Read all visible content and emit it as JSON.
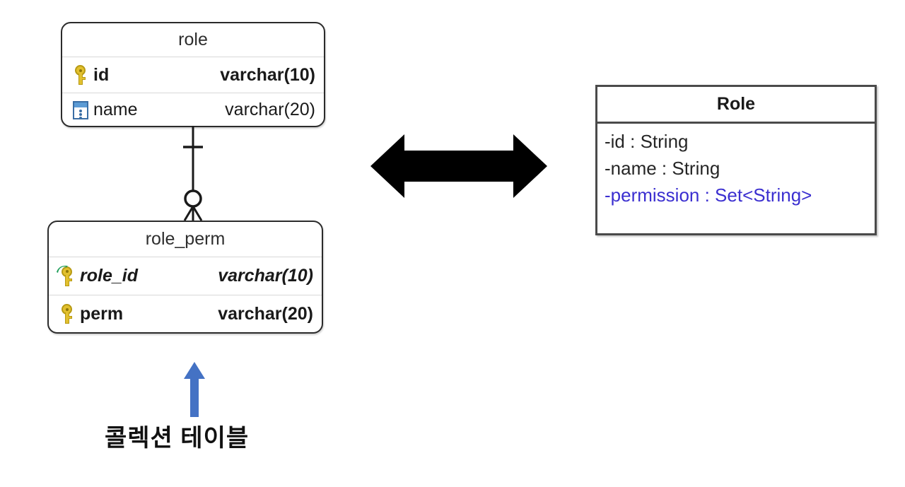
{
  "diagram": {
    "background": "#ffffff",
    "accent_blue": "#3b2fd0",
    "annotation_arrow_color": "#4472c4",
    "key_icon_color": "#e2c02e",
    "fk_arrow_color": "#1e9e5a",
    "column_icon_color": "#5b9bd5",
    "border_color": "#2b2b2b"
  },
  "er": {
    "tables": [
      {
        "name": "role",
        "columns": [
          {
            "icon": "primary-key-icon",
            "name": "id",
            "type": "varchar(10)",
            "bold": true,
            "italic": false
          },
          {
            "icon": "column-icon",
            "name": "name",
            "type": "varchar(20)",
            "bold": false,
            "italic": false
          }
        ]
      },
      {
        "name": "role_perm",
        "columns": [
          {
            "icon": "foreign-primary-key-icon",
            "name": "role_id",
            "type": "varchar(10)",
            "bold": true,
            "italic": true
          },
          {
            "icon": "primary-key-icon",
            "name": "perm",
            "type": "varchar(20)",
            "bold": true,
            "italic": false
          }
        ]
      }
    ],
    "relationship": {
      "from": "role",
      "to": "role_perm",
      "from_cardinality": "one",
      "to_cardinality": "zero-or-many",
      "notation": "crows-foot"
    }
  },
  "uml": {
    "class_name": "Role",
    "attributes": [
      {
        "text": "-id : String",
        "accent": false
      },
      {
        "text": "-name : String",
        "accent": false
      },
      {
        "text": "-permission : Set<String>",
        "accent": true
      }
    ]
  },
  "mapping_arrow": {
    "direction": "bidirectional",
    "icon": "double-headed-arrow-icon"
  },
  "annotation": {
    "label": "콜렉션 테이블",
    "arrow_icon": "up-arrow-icon",
    "points_to": "role_perm"
  }
}
